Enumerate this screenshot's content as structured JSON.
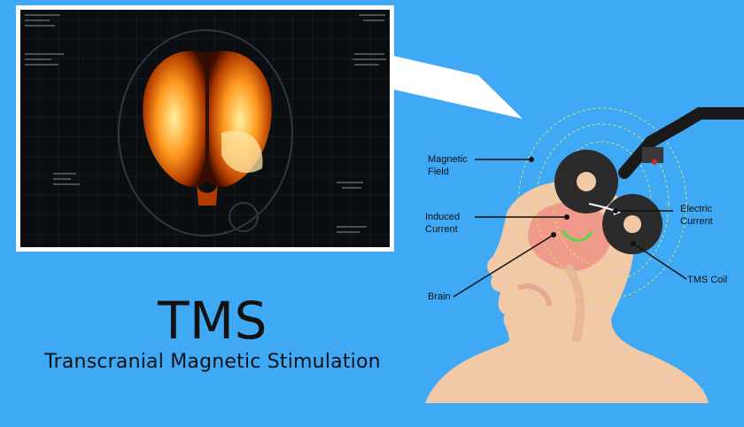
{
  "heading": {
    "title": "TMS",
    "subtitle": "Transcranial Magnetic Stimulation"
  },
  "labels": {
    "magnetic_field": [
      "Magnetic",
      "Field"
    ],
    "induced_current": [
      "Induced",
      "Current"
    ],
    "brain": "Brain",
    "electric_current": [
      "Electric",
      "Current"
    ],
    "tms_coil": "TMS Coil"
  },
  "colors": {
    "background": "#3fa9f5",
    "panel_border": "#ffffff",
    "brain_glow": "#ff9a1f",
    "coil": "#2b2b2b",
    "head_skin": "#f2c9a6",
    "field_lines": "#d6e85a"
  }
}
